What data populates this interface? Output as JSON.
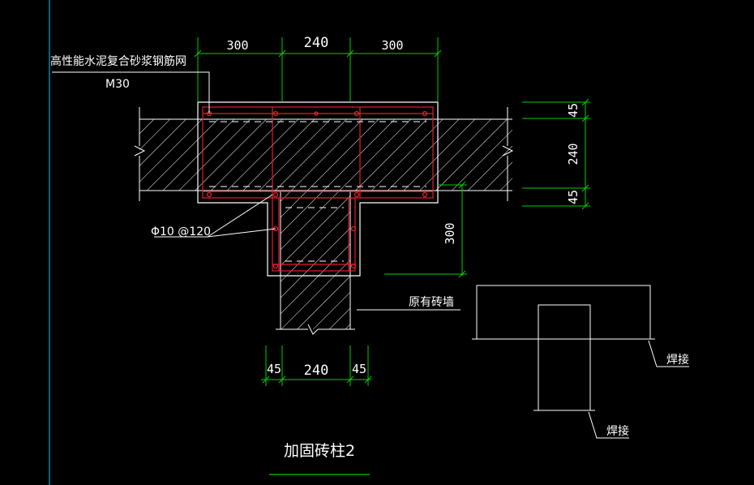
{
  "colors": {
    "background": "#000000",
    "wall": "#ffffff",
    "hatch": "#ffffff",
    "reinforcement": "#e0202a",
    "dimension": "#00d000",
    "leader": "#ffffff",
    "left_edge": "#00c8ff"
  },
  "annotations": {
    "mesh_label": "高性能水泥复合砂浆钢筋网",
    "mortar_label": "M30",
    "rebar_label": "Φ10 @120",
    "existing_wall_label": "原有砖墙",
    "weld_label_1": "焊接",
    "weld_label_2": "焊接",
    "title": "加固砖柱2"
  },
  "dimensions": {
    "top_left": "300",
    "top_mid": "240",
    "top_right": "300",
    "right_top": "45",
    "right_mid": "240",
    "right_bottom": "45",
    "stub_depth": "300",
    "bottom_left": "45",
    "bottom_mid": "240",
    "bottom_right": "45"
  },
  "icons": {
    "wall_break": "break-line-icon",
    "weld_detail": "weld-detail-icon",
    "rebar_dot": "rebar-dot-icon"
  }
}
